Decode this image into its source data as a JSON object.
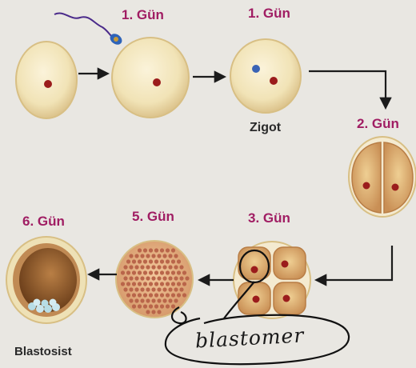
{
  "labels": {
    "day_fertilization": "1. Gün",
    "day_zygote": "1. Gün",
    "zygote": "Zigot",
    "day_two": "2. Gün",
    "day_three": "3. Gün",
    "day_five": "5. Gün",
    "day_six": "6. Gün",
    "blastocyst": "Blastosist"
  },
  "handwritten_note": "blastomer",
  "colors": {
    "day_label": "#a01d63",
    "cell_fill": "#f1e3b6",
    "cell_edge": "#d8bf84",
    "embryo_fill": "#c98f55",
    "nucleus": "#9b1c1c",
    "sperm_nucleus": "#3a63b5",
    "arrow": "#1b1b1b",
    "ink": "#111111"
  }
}
